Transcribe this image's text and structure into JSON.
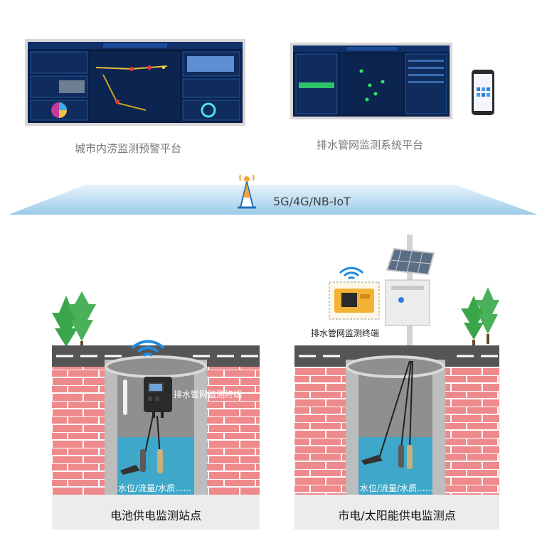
{
  "platforms": {
    "left_caption": "城市内涝监测预警平台",
    "right_caption": "排水管网监测系统平台"
  },
  "network": {
    "label": "5G/4G/NB-IoT"
  },
  "stations": {
    "left": {
      "device_label": "排水管网监测终端",
      "water_label": "水位/流量/水质......",
      "caption": "电池供电监测站点"
    },
    "right": {
      "terminal_label": "排水管网监测终端",
      "water_label": "水位/流量/水质......",
      "caption": "市电/太阳能供电监测点"
    }
  },
  "colors": {
    "brick": "#ef8a8c",
    "brick_line": "#ffffff",
    "shaft": "#bdbdbd",
    "water": "#3fa7c9",
    "road": "#555555",
    "band": "#aed4ec",
    "dashboard_bg": "#0a1e45",
    "wifi": "#1e8be0"
  }
}
